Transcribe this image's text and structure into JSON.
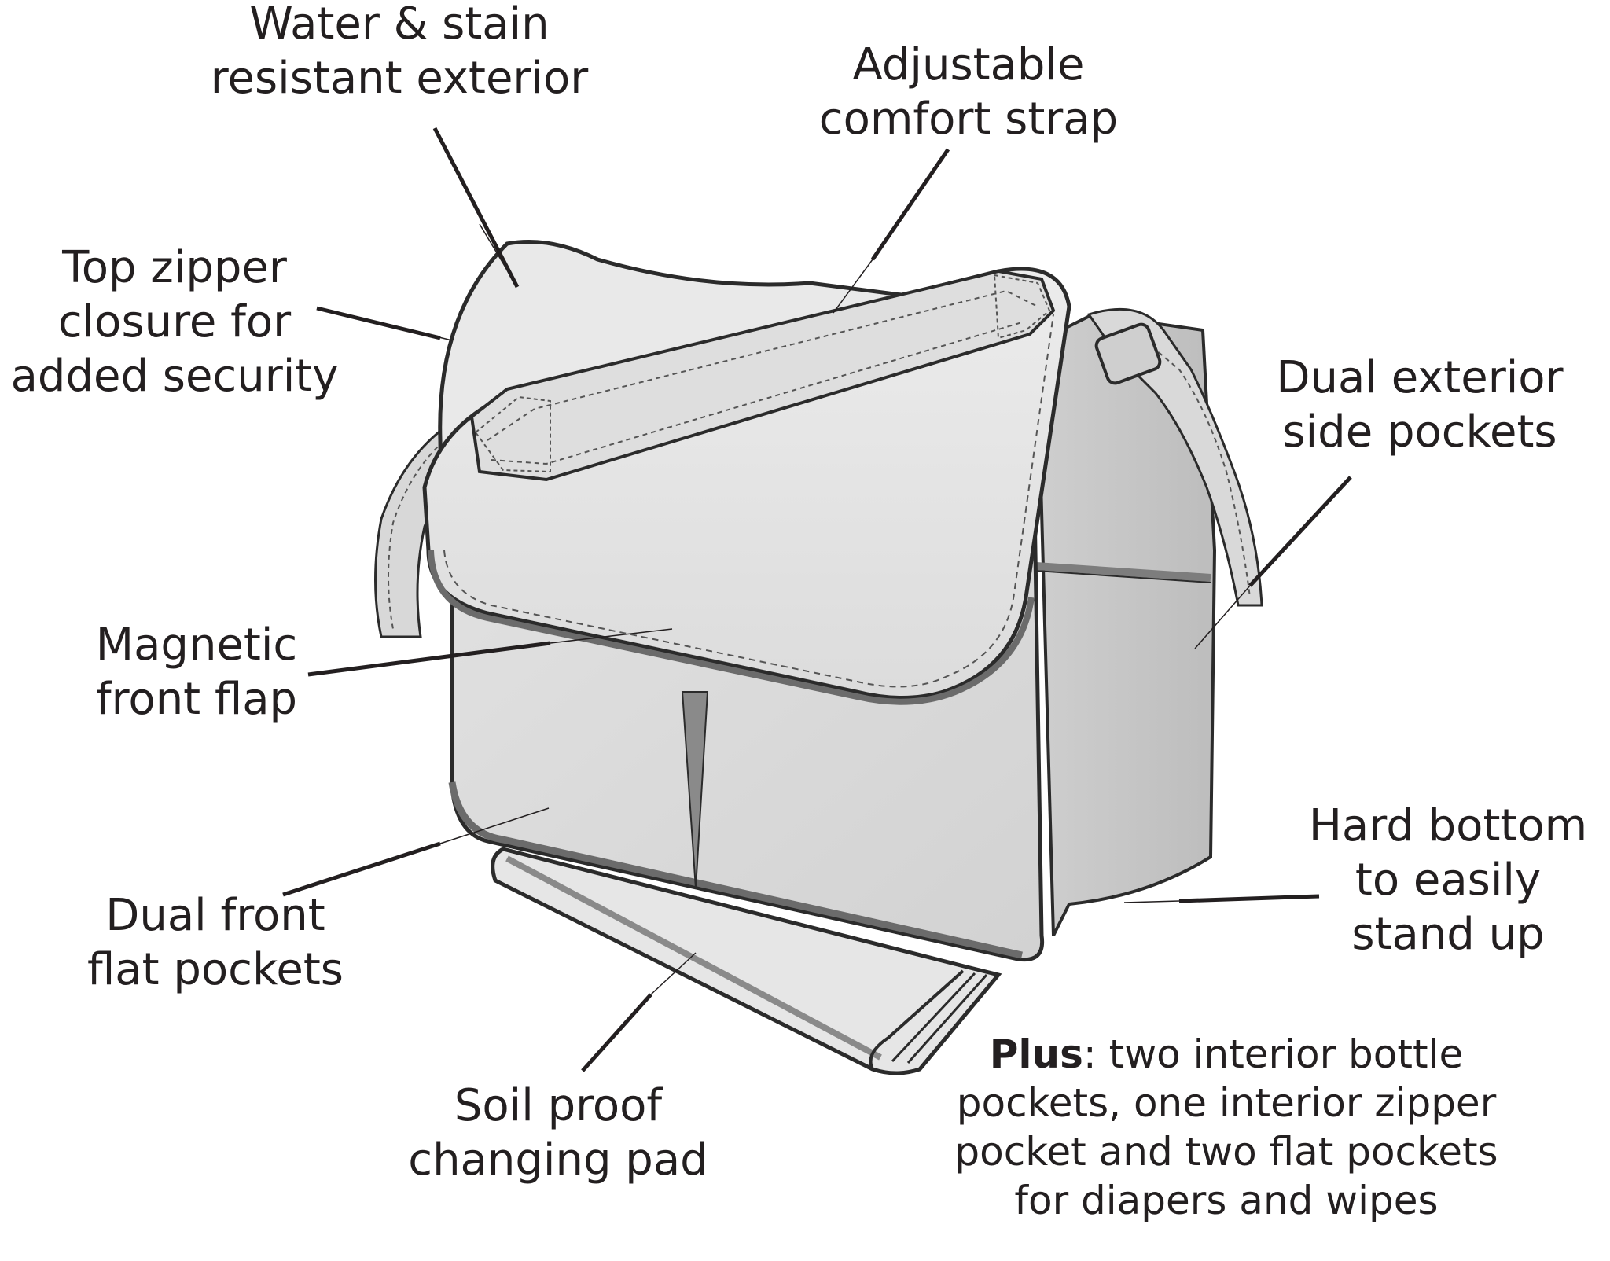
{
  "labels": {
    "water_stain": {
      "line1": "Water & stain",
      "line2": "resistant exterior"
    },
    "strap": {
      "line1": "Adjustable",
      "line2": "comfort strap"
    },
    "top_zipper": {
      "line1": "Top zipper",
      "line2": "closure for",
      "line3": "added security"
    },
    "side_pockets": {
      "line1": "Dual exterior",
      "line2": "side pockets"
    },
    "magnetic_flap": {
      "line1": "Magnetic",
      "line2": "front flap"
    },
    "hard_bottom": {
      "line1": "Hard bottom",
      "line2": "to easily",
      "line3": "stand up"
    },
    "front_pockets": {
      "line1": "Dual front",
      "line2": "flat pockets"
    },
    "changing_pad": {
      "line1": "Soil proof",
      "line2": "changing pad"
    }
  },
  "plus_note": {
    "bold": "Plus",
    "line1_rest": ": two interior bottle",
    "line2": "pockets, one interior zipper",
    "line3": "pocket and two flat pockets",
    "line4": "for diapers and wipes"
  },
  "colors": {
    "text": "#231f20",
    "outline": "#2b2b2b",
    "bag_fill": "#e4e4e4",
    "bag_shade": "#c9c9c9",
    "trim": "#8a8a8a"
  }
}
